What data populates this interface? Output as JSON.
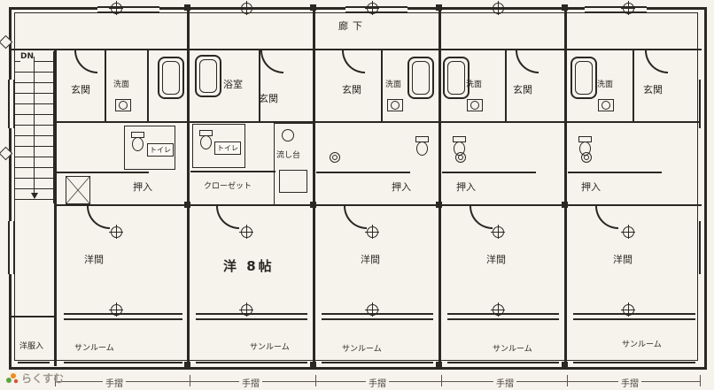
{
  "plan": {
    "corridor_label": "廊下",
    "stairs_label": "DN",
    "storage_label": "洋服入"
  },
  "units": [
    {
      "entry": "玄関",
      "washroom": "洗面",
      "toilet": "トイレ",
      "closet": "押入",
      "main_room": "洋間",
      "sunroom": "サンルーム"
    },
    {
      "entry": "玄関",
      "bathroom": "浴室",
      "toilet": "トイレ",
      "kitchen": "流し台",
      "closet": "クローゼット",
      "main_room": "洋 8帖",
      "sunroom": "サンルーム"
    },
    {
      "entry": "玄関",
      "washroom": "洗面",
      "closet": "押入",
      "main_room": "洋間",
      "sunroom": "サンルーム"
    },
    {
      "entry": "玄関",
      "washroom": "洗面",
      "closet": "押入",
      "main_room": "洋間",
      "sunroom": "サンルーム"
    },
    {
      "entry": "玄関",
      "washroom": "洗面",
      "closet": "押入",
      "main_room": "洋間",
      "sunroom": "サンルーム"
    }
  ],
  "handrail_labels": [
    "手摺",
    "手摺",
    "手摺",
    "手摺",
    "手摺"
  ],
  "watermark": {
    "text": "らくすむ"
  },
  "colors": {
    "ink": "#2b2722",
    "paper": "#f6f3ec",
    "watermark_text": "#9b968e",
    "logo_green": "#5aa544",
    "logo_orange": "#f08c1e",
    "logo_red": "#d9542b"
  }
}
